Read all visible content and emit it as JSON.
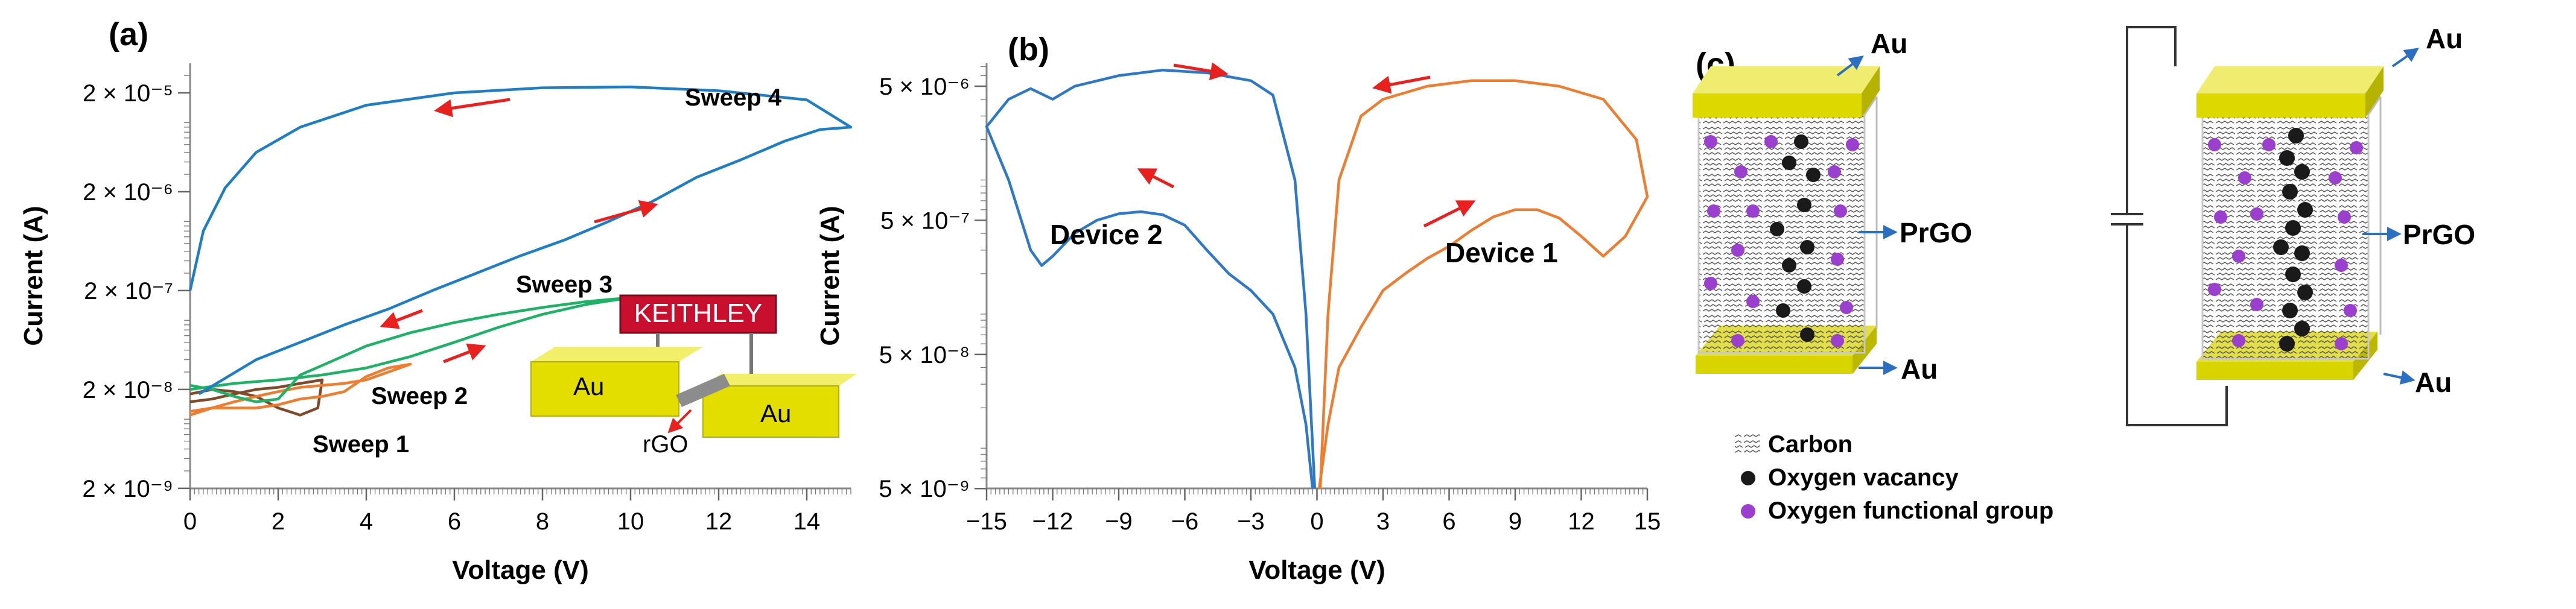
{
  "colors": {
    "sweep1": "#7f4a2a",
    "sweep2": "#ed7d31",
    "sweep3": "#1fb167",
    "sweep4": "#1f7ec3",
    "device1": "#ed7d31",
    "device2": "#2f78c5",
    "arrow": "#e8201e",
    "gold": "#d9d900",
    "vacancy": "#1a1a1a",
    "functional": "#9b3fcf",
    "callout": "#2a6fc1",
    "keithley": "#c8102e"
  },
  "panel_a": {
    "label": "(a)",
    "annotations": {
      "sweep1": "Sweep 1",
      "sweep2": "Sweep 2",
      "sweep3": "Sweep 3",
      "sweep4": "Sweep 4",
      "instrument": "KEITHLEY",
      "electrode_left": "Au",
      "electrode_right": "Au",
      "film": "rGO"
    }
  },
  "panel_b": {
    "label": "(b)",
    "annotations": {
      "device1": "Device 1",
      "device2": "Device 2"
    }
  },
  "panel_c": {
    "label": "(c)",
    "labels": {
      "top_left": "Au",
      "top_right": "Au",
      "prgo_left": "PrGO",
      "prgo_right": "PrGO",
      "bottom_left": "Au",
      "bottom_right": "Au"
    },
    "legend": {
      "carbon": "Carbon",
      "vacancy": "Oxygen vacancy",
      "functional": "Oxygen functional group"
    }
  },
  "chart_data": [
    {
      "type": "line",
      "xlabel": "Voltage (V)",
      "ylabel": "Current (A)",
      "xlim": [
        0,
        15
      ],
      "ylim_log10": [
        -8.7,
        -4.4
      ],
      "scale_y": "log",
      "x_ticks": [
        "0",
        "2",
        "4",
        "6",
        "8",
        "10",
        "12",
        "14"
      ],
      "y_ticks": [
        "2 × 10⁻⁹",
        "2 × 10⁻⁸",
        "2 × 10⁻⁷",
        "2 × 10⁻⁶",
        "2 × 10⁻⁵"
      ],
      "series": [
        {
          "id": "sweep1",
          "name": "Sweep 1",
          "color_key": "sweep1",
          "points": [
            [
              0,
              1.8e-08
            ],
            [
              0.5,
              2e-08
            ],
            [
              1.0,
              1.9e-08
            ],
            [
              1.5,
              1.7e-08
            ],
            [
              2.0,
              1.3e-08
            ],
            [
              2.5,
              1.1e-08
            ],
            [
              2.9,
              1.3e-08
            ],
            [
              3.0,
              2.5e-08
            ],
            [
              2.5,
              2.3e-08
            ],
            [
              2.0,
              2.1e-08
            ],
            [
              1.5,
              2e-08
            ],
            [
              1.0,
              1.8e-08
            ],
            [
              0.5,
              1.6e-08
            ],
            [
              0,
              1.5e-08
            ]
          ]
        },
        {
          "id": "sweep2",
          "name": "Sweep 2",
          "color_key": "sweep2",
          "points": [
            [
              0,
              1.2e-08
            ],
            [
              0.5,
              1.3e-08
            ],
            [
              1.0,
              1.3e-08
            ],
            [
              1.5,
              1.3e-08
            ],
            [
              2.0,
              1.4e-08
            ],
            [
              2.5,
              1.6e-08
            ],
            [
              3.0,
              1.7e-08
            ],
            [
              3.5,
              1.9e-08
            ],
            [
              4.0,
              2.7e-08
            ],
            [
              4.5,
              3.3e-08
            ],
            [
              5.0,
              3.6e-08
            ],
            [
              4.5,
              3e-08
            ],
            [
              4.0,
              2.5e-08
            ],
            [
              3.5,
              2.3e-08
            ],
            [
              3.0,
              2.2e-08
            ],
            [
              2.5,
              2.1e-08
            ],
            [
              2.0,
              1.9e-08
            ],
            [
              1.5,
              1.7e-08
            ],
            [
              1.0,
              1.5e-08
            ],
            [
              0.5,
              1.3e-08
            ],
            [
              0,
              1.1e-08
            ]
          ]
        },
        {
          "id": "sweep3",
          "name": "Sweep 3",
          "color_key": "sweep3",
          "points": [
            [
              0,
              2e-08
            ],
            [
              1.0,
              2.3e-08
            ],
            [
              2.0,
              2.5e-08
            ],
            [
              3.0,
              2.8e-08
            ],
            [
              4.0,
              3.3e-08
            ],
            [
              5.0,
              4.3e-08
            ],
            [
              6.0,
              6e-08
            ],
            [
              7.0,
              8.5e-08
            ],
            [
              8.0,
              1.15e-07
            ],
            [
              9.0,
              1.45e-07
            ],
            [
              10.0,
              1.7e-07
            ],
            [
              9.0,
              1.55e-07
            ],
            [
              8.0,
              1.35e-07
            ],
            [
              7.0,
              1.15e-07
            ],
            [
              6.0,
              9.5e-08
            ],
            [
              5.0,
              7.5e-08
            ],
            [
              4.0,
              5.5e-08
            ],
            [
              3.0,
              3.5e-08
            ],
            [
              2.5,
              2.8e-08
            ],
            [
              2.0,
              1.6e-08
            ],
            [
              1.5,
              1.5e-08
            ],
            [
              1.0,
              1.7e-08
            ],
            [
              0.5,
              2e-08
            ],
            [
              0,
              2.2e-08
            ]
          ]
        },
        {
          "id": "sweep4",
          "name": "Sweep 4",
          "color_key": "sweep4",
          "points": [
            [
              0.2,
              1.8e-08
            ],
            [
              0.8,
              2.6e-08
            ],
            [
              1.5,
              4e-08
            ],
            [
              2.5,
              6e-08
            ],
            [
              3.5,
              9e-08
            ],
            [
              4.5,
              1.3e-07
            ],
            [
              5.5,
              2e-07
            ],
            [
              6.5,
              3e-07
            ],
            [
              7.5,
              4.5e-07
            ],
            [
              8.5,
              6.5e-07
            ],
            [
              9.5,
              1e-06
            ],
            [
              10.5,
              1.6e-06
            ],
            [
              11.5,
              2.8e-06
            ],
            [
              12.5,
              4.2e-06
            ],
            [
              13.5,
              6.5e-06
            ],
            [
              14.3,
              8.5e-06
            ],
            [
              15.0,
              9e-06
            ],
            [
              14.0,
              1.7e-05
            ],
            [
              12.0,
              2.1e-05
            ],
            [
              10.0,
              2.3e-05
            ],
            [
              8.0,
              2.25e-05
            ],
            [
              6.0,
              2e-05
            ],
            [
              4.0,
              1.5e-05
            ],
            [
              2.5,
              9e-06
            ],
            [
              1.5,
              5e-06
            ],
            [
              0.8,
              2.2e-06
            ],
            [
              0.3,
              8e-07
            ],
            [
              0,
              2e-07
            ]
          ]
        }
      ]
    },
    {
      "type": "line",
      "xlabel": "Voltage (V)",
      "ylabel": "Current (A)",
      "xlim": [
        -15,
        15
      ],
      "ylim_log10": [
        -8.3,
        -5.13
      ],
      "scale_y": "log",
      "x_ticks": [
        "−15",
        "−12",
        "−9",
        "−6",
        "−3",
        "0",
        "3",
        "6",
        "9",
        "12",
        "15"
      ],
      "y_ticks": [
        "5 × 10⁻⁹",
        "5 × 10⁻⁸",
        "5 × 10⁻⁷",
        "5 × 10⁻⁶"
      ],
      "series": [
        {
          "id": "device2",
          "name": "Device 2",
          "color_key": "device2",
          "points": [
            [
              -0.2,
              5e-09
            ],
            [
              -0.5,
              1.5e-08
            ],
            [
              -1.0,
              4e-08
            ],
            [
              -2.0,
              1e-07
            ],
            [
              -3.0,
              1.5e-07
            ],
            [
              -4.0,
              2e-07
            ],
            [
              -5.0,
              3e-07
            ],
            [
              -6.0,
              4.6e-07
            ],
            [
              -7.0,
              5.5e-07
            ],
            [
              -8.0,
              5.8e-07
            ],
            [
              -9.0,
              5.6e-07
            ],
            [
              -10.0,
              5e-07
            ],
            [
              -11.0,
              4e-07
            ],
            [
              -12.0,
              2.7e-07
            ],
            [
              -12.5,
              2.3e-07
            ],
            [
              -13.0,
              3e-07
            ],
            [
              -14.0,
              1e-06
            ],
            [
              -15.0,
              2.5e-06
            ],
            [
              -14.0,
              4e-06
            ],
            [
              -13.0,
              4.8e-06
            ],
            [
              -12.0,
              4e-06
            ],
            [
              -11.0,
              5e-06
            ],
            [
              -9.0,
              6e-06
            ],
            [
              -7.0,
              6.6e-06
            ],
            [
              -5.0,
              6.3e-06
            ],
            [
              -3.0,
              5.5e-06
            ],
            [
              -2.0,
              4.3e-06
            ],
            [
              -1.0,
              1e-06
            ],
            [
              -0.5,
              1e-07
            ],
            [
              -0.1,
              5e-09
            ]
          ]
        },
        {
          "id": "device1",
          "name": "Device 1",
          "color_key": "device1",
          "points": [
            [
              0.1,
              5e-09
            ],
            [
              0.5,
              1.5e-08
            ],
            [
              1.0,
              4e-08
            ],
            [
              2.0,
              8e-08
            ],
            [
              3.0,
              1.5e-07
            ],
            [
              4.0,
              2e-07
            ],
            [
              5.0,
              2.6e-07
            ],
            [
              6.0,
              3.2e-07
            ],
            [
              7.0,
              4.2e-07
            ],
            [
              8.0,
              5.3e-07
            ],
            [
              9.0,
              6e-07
            ],
            [
              10.0,
              6e-07
            ],
            [
              11.0,
              5.2e-07
            ],
            [
              12.0,
              3.8e-07
            ],
            [
              13.0,
              2.7e-07
            ],
            [
              14.0,
              3.8e-07
            ],
            [
              15.0,
              7.5e-07
            ],
            [
              14.5,
              2e-06
            ],
            [
              13.0,
              4e-06
            ],
            [
              11.0,
              5e-06
            ],
            [
              9.0,
              5.5e-06
            ],
            [
              7.0,
              5.5e-06
            ],
            [
              5.0,
              5e-06
            ],
            [
              3.0,
              4e-06
            ],
            [
              2.0,
              3e-06
            ],
            [
              1.0,
              1e-06
            ],
            [
              0.5,
              1e-07
            ],
            [
              0.15,
              5e-09
            ]
          ]
        }
      ]
    }
  ]
}
